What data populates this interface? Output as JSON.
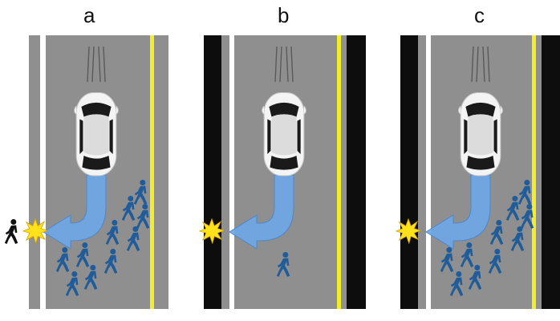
{
  "panels": [
    {
      "id": "a",
      "label": "a",
      "left_edge": "white-line",
      "right_edge": "yellow-line",
      "crowd_size": 10,
      "single_pedestrian_on_road": false,
      "pedestrian_hit_on_left": true
    },
    {
      "id": "b",
      "label": "b",
      "left_edge": "barrier",
      "right_edge": "barrier",
      "crowd_size": 0,
      "single_pedestrian_on_road": true,
      "pedestrian_hit_on_left": false
    },
    {
      "id": "c",
      "label": "c",
      "left_edge": "barrier",
      "right_edge": "barrier",
      "crowd_size": 10,
      "single_pedestrian_on_road": false,
      "pedestrian_hit_on_left": false
    }
  ],
  "icons": {
    "car": "car-icon",
    "swerve_arrow": "swerve-arrow-icon",
    "pedestrian": "pedestrian-icon",
    "collision": "collision-burst-icon"
  },
  "colors": {
    "road": "#8f8f8f",
    "barrier": "#0d0d0d",
    "lane_white": "#ffffff",
    "lane_yellow": "#f2ee2a",
    "pedestrian_blue": "#1f5c99",
    "pedestrian_black": "#111111",
    "arrow": "#6fa7e6",
    "burst": "#ffe21a",
    "car_body": "#f4f4f4",
    "car_glass": "#1a1a1a"
  }
}
